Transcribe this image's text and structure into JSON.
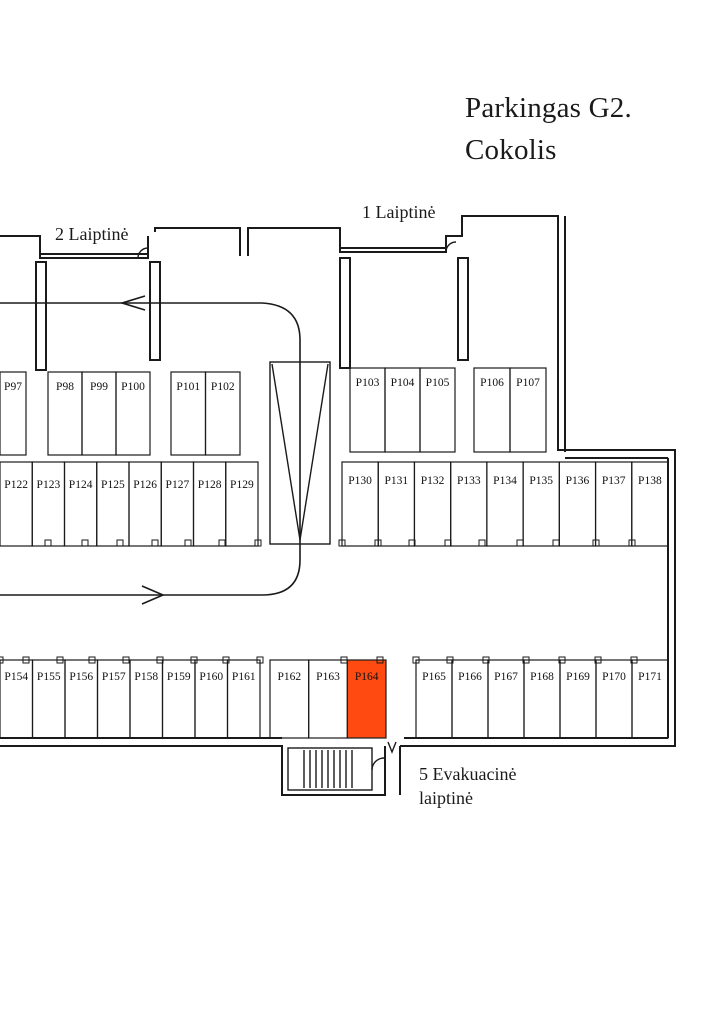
{
  "title_line1": "Parkingas G2.",
  "title_line2": "Cokolis",
  "stairs": {
    "stair1": "1 Laiptinė",
    "stair2": "2 Laiptinė",
    "evac_line1": "5 Evakuacinė",
    "evac_line2": "laiptinė"
  },
  "colors": {
    "highlight": "#ff4a12",
    "line": "#1a1a1a"
  },
  "spots": {
    "top_left": [
      "P97",
      "P98",
      "P99",
      "P100",
      "P101",
      "P102"
    ],
    "top_right": [
      "P103",
      "P104",
      "P105",
      "P106",
      "P107"
    ],
    "mid_left": [
      "P122",
      "P123",
      "P124",
      "P125",
      "P126",
      "P127",
      "P128",
      "P129"
    ],
    "mid_right": [
      "P130",
      "P131",
      "P132",
      "P133",
      "P134",
      "P135",
      "P136",
      "P137",
      "P138"
    ],
    "bottom_left": [
      "P154",
      "P155",
      "P156",
      "P157",
      "P158",
      "P159",
      "P160",
      "P161"
    ],
    "bottom_mid": [
      "P162",
      "P163",
      "P164"
    ],
    "bottom_right": [
      "P165",
      "P166",
      "P167",
      "P168",
      "P169",
      "P170",
      "P171"
    ]
  },
  "highlighted_spot": "P164"
}
